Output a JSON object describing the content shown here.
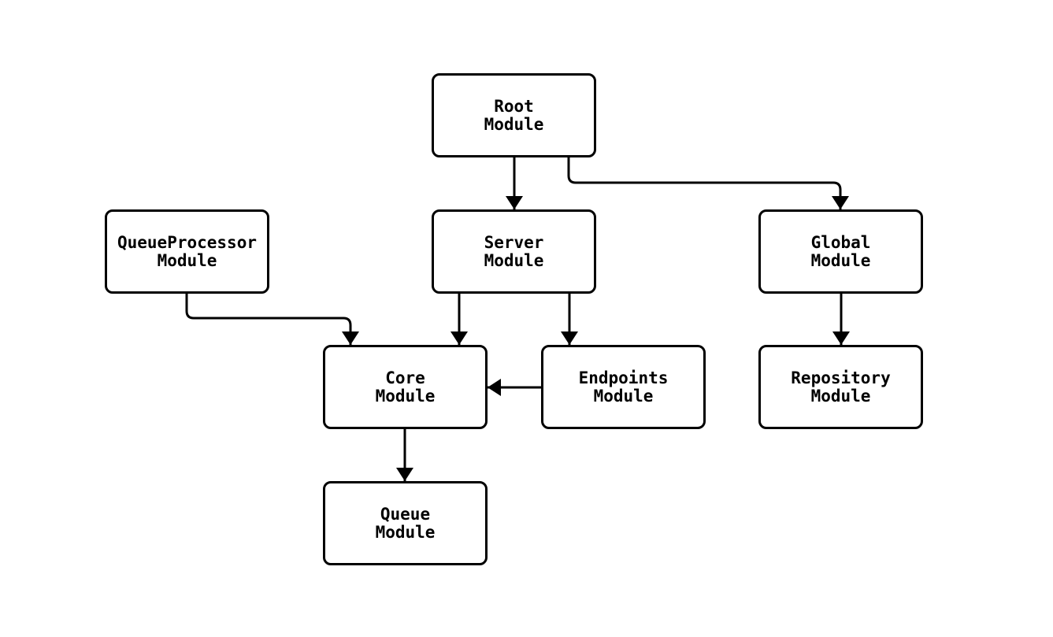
{
  "diagram": {
    "type": "flowchart",
    "direction": "top-down",
    "background_color": "#ffffff",
    "node_fill_color": "#ffffff",
    "node_border_color": "#000000",
    "text_color": "#000000",
    "edge_color": "#000000",
    "nodes": [
      {
        "id": "root",
        "label": "Root\nModule"
      },
      {
        "id": "queueprocessor",
        "label": "QueueProcessor\nModule"
      },
      {
        "id": "server",
        "label": "Server\nModule"
      },
      {
        "id": "global",
        "label": "Global\nModule"
      },
      {
        "id": "core",
        "label": "Core\nModule"
      },
      {
        "id": "endpoints",
        "label": "Endpoints\nModule"
      },
      {
        "id": "repository",
        "label": "Repository\nModule"
      },
      {
        "id": "queue",
        "label": "Queue\nModule"
      }
    ],
    "edges": [
      {
        "from": "root",
        "to": "server"
      },
      {
        "from": "root",
        "to": "global"
      },
      {
        "from": "queueprocessor",
        "to": "core"
      },
      {
        "from": "server",
        "to": "core"
      },
      {
        "from": "server",
        "to": "endpoints"
      },
      {
        "from": "endpoints",
        "to": "core"
      },
      {
        "from": "global",
        "to": "repository"
      },
      {
        "from": "core",
        "to": "queue"
      }
    ]
  }
}
